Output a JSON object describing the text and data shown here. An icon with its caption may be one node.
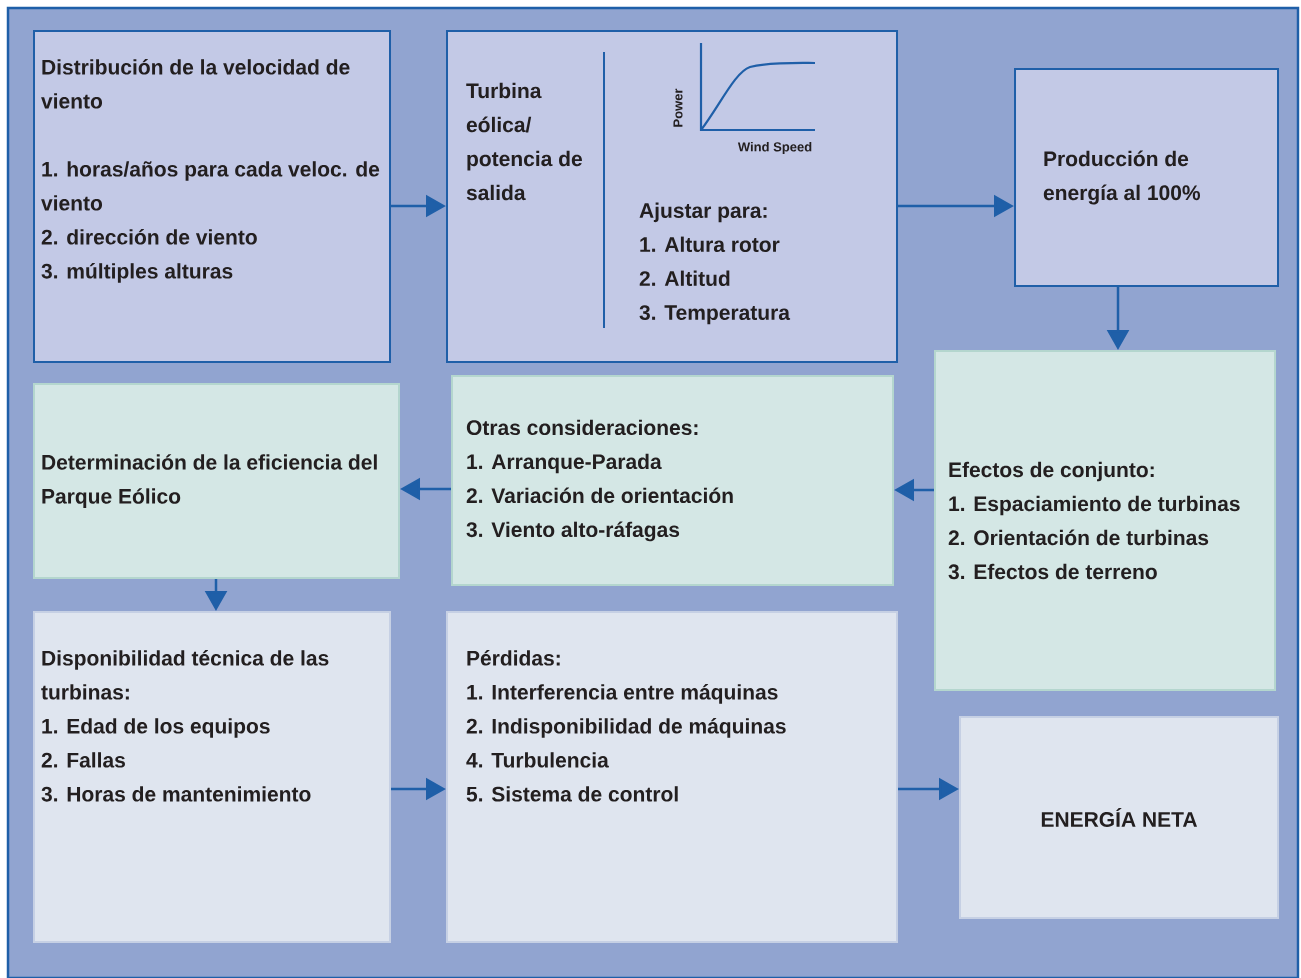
{
  "diagram": {
    "nodes": [
      {
        "text": [
          "Distribución de la velocidad de viento",
          "1. horas/años para cada veloc. de viento",
          "2. dirección de viento",
          "3. múltiples alturas"
        ]
      },
      {
        "text": [
          "Turbina eólica/ potencia de salida",
          "Ajustar para:",
          "1. Altura rotor",
          "2. Altitud",
          "3. Temperatura"
        ]
      },
      {
        "text": [
          "Producción de energía al 100%"
        ]
      },
      {
        "text": [
          "Efectos de conjunto:",
          "1. Espaciamiento de turbinas",
          "2. Orientación de turbinas",
          "3. Efectos de terreno"
        ]
      },
      {
        "text": [
          "Otras consideraciones:",
          "1. Arranque-Parada",
          "2. Variación de orientación",
          "3. Viento alto-ráfagas"
        ]
      },
      {
        "text": [
          "Determinación de la eficiencia del Parque Eólico"
        ]
      },
      {
        "text": [
          "Disponibilidad técnica de las turbinas:",
          "1. Edad de los equipos",
          "2. Fallas",
          "3. Horas de mantenimiento"
        ]
      },
      {
        "text": [
          "Pérdidas:",
          "1. Interferencia entre máquinas",
          "2. Indisponibilidad de máquinas",
          "4. Turbulencia",
          "5. Sistema de control"
        ]
      },
      {
        "text": [
          "ENERGÍA NETA"
        ]
      }
    ],
    "edges": [
      {
        "from": 0,
        "to": 1,
        "arrow": "to"
      },
      {
        "from": 1,
        "to": 2,
        "arrow": "to"
      },
      {
        "from": 2,
        "to": 3,
        "arrow": "to"
      },
      {
        "from": 3,
        "to": 4,
        "arrow": "to"
      },
      {
        "from": 4,
        "to": 5,
        "arrow": "to"
      },
      {
        "from": 5,
        "to": 6,
        "arrow": "to"
      },
      {
        "from": 6,
        "to": 7,
        "arrow": "to"
      },
      {
        "from": 7,
        "to": 8,
        "arrow": "to"
      }
    ],
    "labels": [
      "Power",
      "Wind Speed"
    ]
  }
}
